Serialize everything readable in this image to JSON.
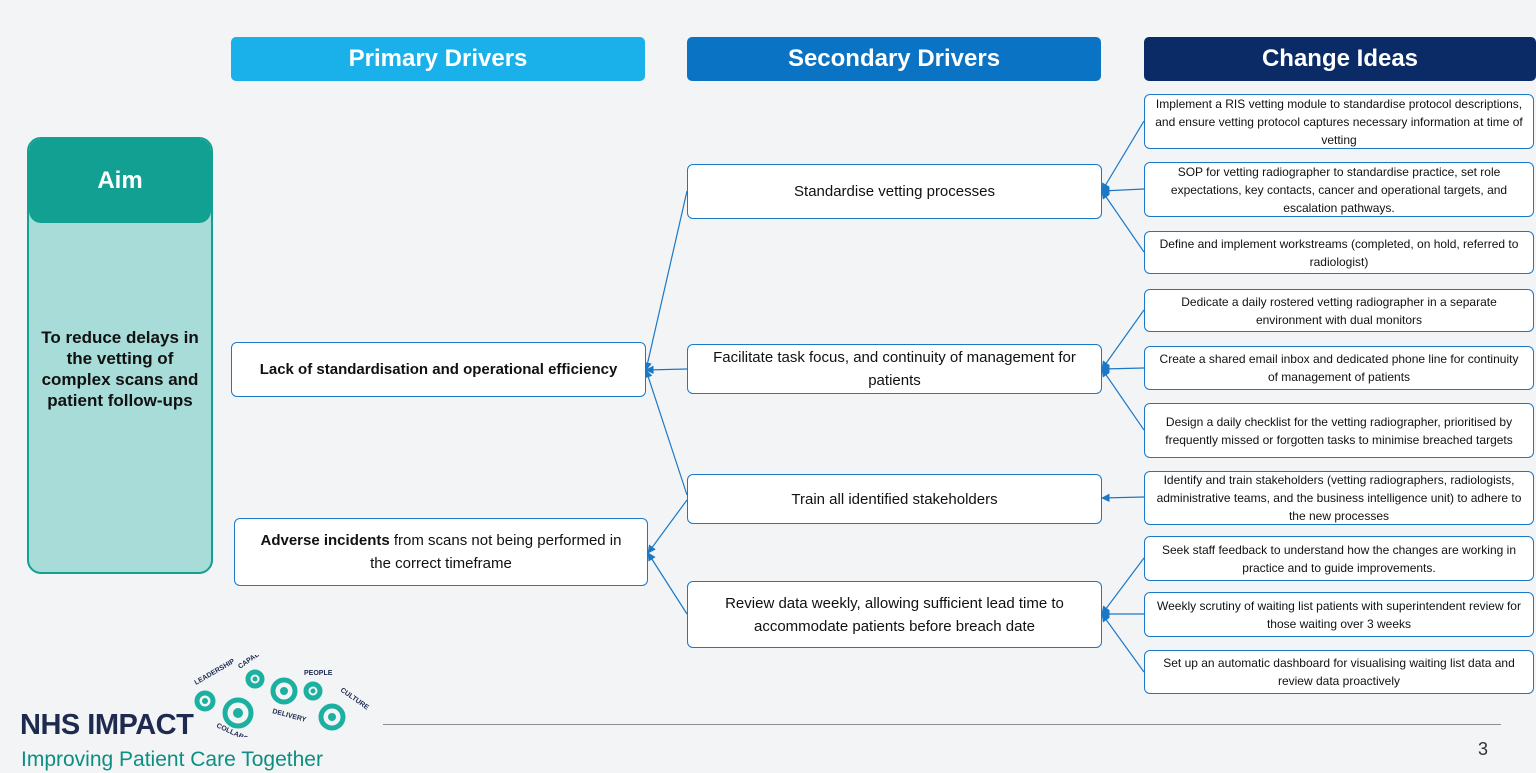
{
  "headers": {
    "primary": "Primary Drivers",
    "secondary": "Secondary Drivers",
    "change": "Change Ideas"
  },
  "aim": {
    "title": "Aim",
    "text": "To reduce delays in the vetting of complex scans and patient follow-ups"
  },
  "primary_drivers": [
    {
      "bold": "Lack of standardisation and operational efficiency",
      "rest": ""
    },
    {
      "bold": "Adverse incidents",
      "rest": " from scans not being performed in the correct timeframe"
    }
  ],
  "secondary_drivers": [
    "Standardise vetting processes",
    "Facilitate task focus, and continuity of management for patients",
    "Train all identified stakeholders",
    "Review data weekly, allowing sufficient lead time to accommodate patients before breach date"
  ],
  "change_ideas": [
    "Implement a RIS vetting module to standardise protocol descriptions, and ensure vetting protocol captures necessary information at time of vetting",
    "SOP for vetting radiographer to standardise practice, set role expectations, key contacts, cancer and operational targets, and escalation pathways.",
    "Define and implement workstreams (completed, on hold, referred to radiologist)",
    "Dedicate a daily rostered vetting radiographer in a separate environment with dual monitors",
    "Create a shared email inbox and dedicated phone line for continuity of management of patients",
    "Design a daily checklist for the vetting radiographer, prioritised by frequently missed or forgotten tasks to minimise breached targets",
    "Identify and train stakeholders (vetting radiographers, radiologists, administrative teams, and the business intelligence unit) to adhere to the new processes",
    "Seek staff feedback to understand how the changes are working in practice and to guide improvements.",
    "Weekly scrutiny of waiting list patients with superintendent review for those waiting over 3 weeks",
    "Set up an automatic dashboard for visualising waiting list data and review data proactively"
  ],
  "logo": {
    "name": "NHS IMPACT",
    "tagline": "Improving Patient Care Together",
    "gear_words": [
      "LEADERSHIP",
      "CAPABILITY",
      "PEOPLE",
      "CULTURE",
      "DELIVERY",
      "COLLABORATION"
    ]
  },
  "page_number": "3",
  "colors": {
    "primary_header": "#1ab0ea",
    "secondary_header": "#0a73c4",
    "change_header": "#0b2b66",
    "aim_teal": "#12a092",
    "aim_fill": "#a7dcd8",
    "connector": "#1b78c6"
  }
}
